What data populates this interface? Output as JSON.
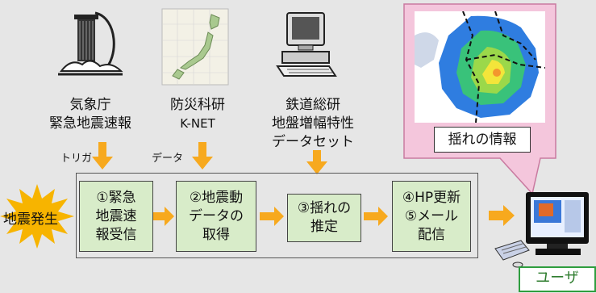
{
  "sources": {
    "jma": {
      "line1": "気象庁",
      "line2": "緊急地震速報",
      "icon": "building-icon"
    },
    "nied": {
      "line1": "防災科研",
      "line2": "K-NET",
      "icon": "japan-map-icon"
    },
    "rtri": {
      "line1": "鉄道総研",
      "line2": "地盤増幅特性",
      "line3": "データセット",
      "icon": "computer-icon"
    }
  },
  "input_labels": {
    "trigger": "トリガ",
    "data": "データ"
  },
  "quake_label": "地震発生",
  "steps": [
    {
      "line1": "①緊急",
      "line2": "地震速",
      "line3": "報受信"
    },
    {
      "line1": "②地震動",
      "line2": "データの",
      "line3": "取得"
    },
    {
      "line1": "③揺れの",
      "line2": "推定"
    },
    {
      "line1": "④HP更新",
      "line2": "⑤メール",
      "line3": "配信"
    }
  ],
  "shaking_info_label": "揺れの情報",
  "user_label": "ユーザ",
  "colors": {
    "step_fill": "#d8ecc9",
    "arrow": "#f7a91e",
    "callout": "#f4c6dc",
    "burst": "#f7b400",
    "user_border": "#2f9e3f"
  }
}
